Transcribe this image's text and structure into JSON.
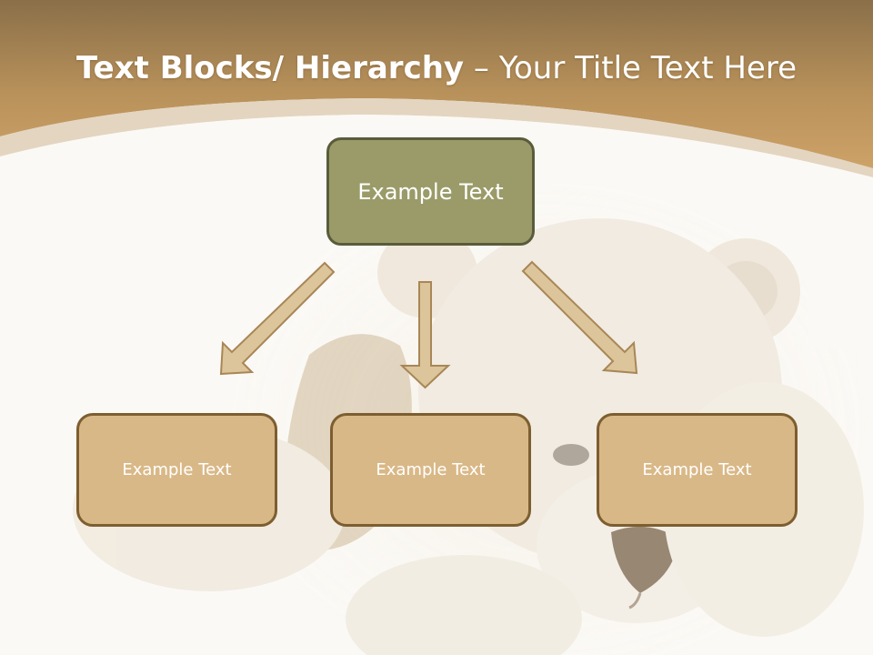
{
  "title": {
    "bold": "Text Blocks/ Hierarchy",
    "rest": " – Your Title Text Here"
  },
  "diagram": {
    "root": {
      "label": "Example Text"
    },
    "children": [
      {
        "label": "Example Text"
      },
      {
        "label": "Example Text"
      },
      {
        "label": "Example Text"
      }
    ]
  },
  "colors": {
    "header_band": "#c9a064",
    "header_top": "#8a6f49",
    "root_fill": "#9a9b69",
    "root_border": "#5a5b3a",
    "child_fill": "#d9b887",
    "child_border": "#7d5e30",
    "arrow_fill": "#dcc59b",
    "arrow_stroke": "#a88656"
  },
  "background_image": "faded teddy bear photo"
}
